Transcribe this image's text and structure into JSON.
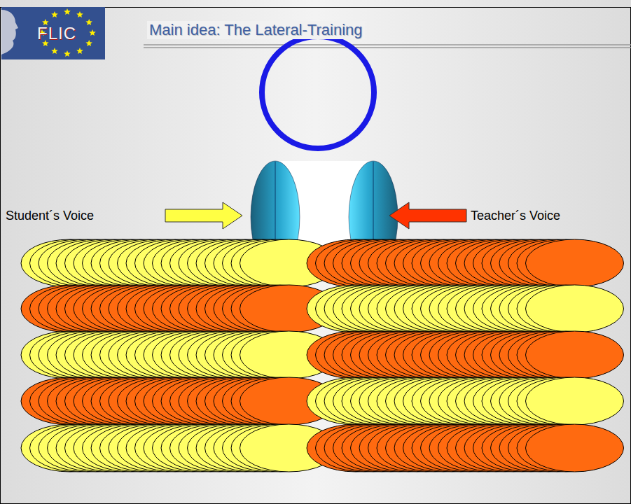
{
  "diagram": {
    "title": "Main idea: The Lateral-Training",
    "nodes": [
      {
        "text": [
          "FLIC"
        ]
      }
    ],
    "labels": [
      "Student´s Voice",
      "Teacher´s Voice"
    ]
  }
}
